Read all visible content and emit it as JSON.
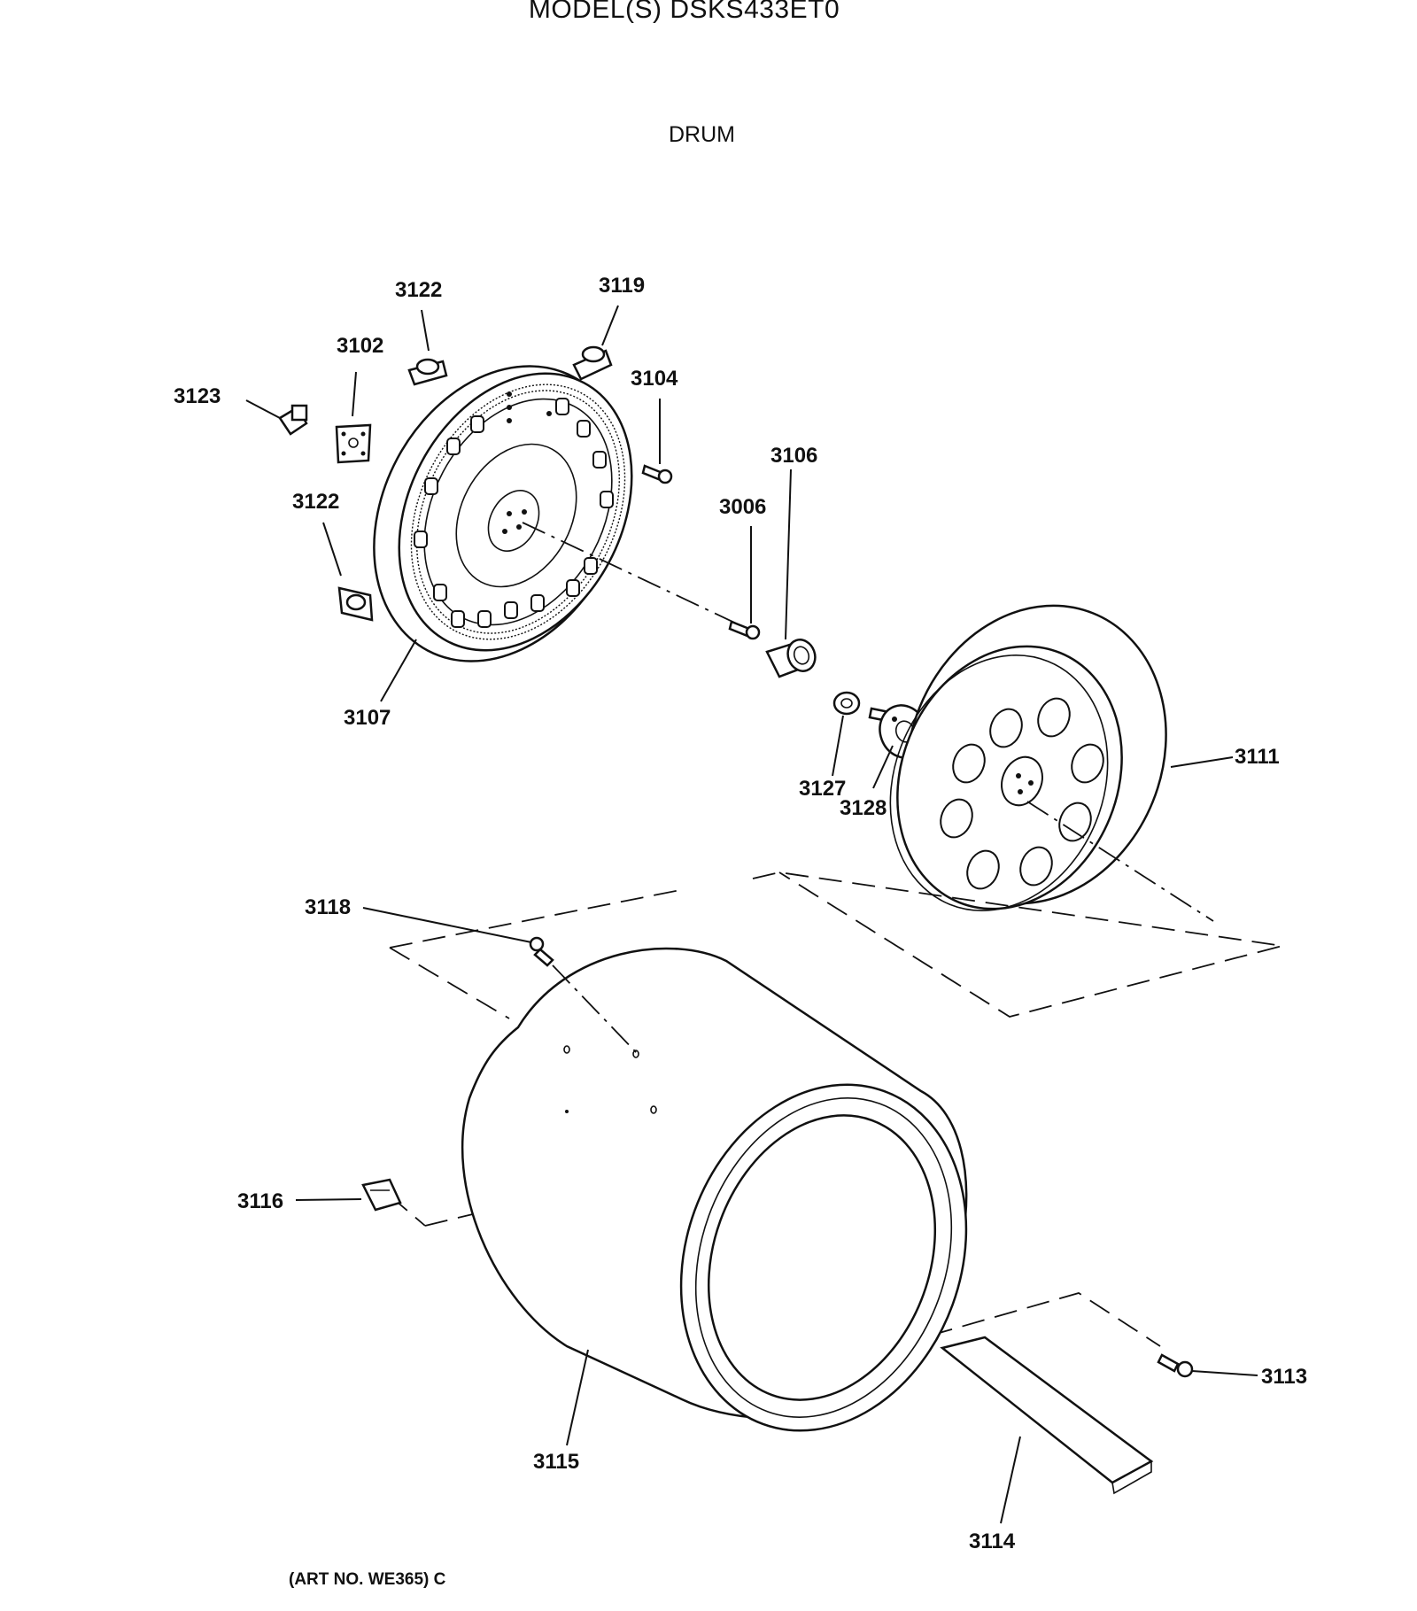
{
  "header": {
    "model": "MODEL(S) DSKS433ET0",
    "section": "DRUM"
  },
  "footer": {
    "art_no": "(ART NO. WE365) C"
  },
  "callouts": [
    {
      "id": "c3122a",
      "label": "3122",
      "name": "rear-seal-clip-top"
    },
    {
      "id": "c3119",
      "label": "3119",
      "name": "drum-glide"
    },
    {
      "id": "c3102",
      "label": "3102",
      "name": "bearing-pad"
    },
    {
      "id": "c3123",
      "label": "3123",
      "name": "clip-retainer"
    },
    {
      "id": "c3104",
      "label": "3104",
      "name": "screw"
    },
    {
      "id": "c3106",
      "label": "3106",
      "name": "bearing-sleeve"
    },
    {
      "id": "c3006",
      "label": "3006",
      "name": "screw-shaft"
    },
    {
      "id": "c3122b",
      "label": "3122",
      "name": "rear-seal-clip-side"
    },
    {
      "id": "c3107",
      "label": "3107",
      "name": "rear-drum-bulkhead"
    },
    {
      "id": "c3111",
      "label": "3111",
      "name": "drum-back"
    },
    {
      "id": "c3127",
      "label": "3127",
      "name": "washer"
    },
    {
      "id": "c3128",
      "label": "3128",
      "name": "drum-shaft-hub"
    },
    {
      "id": "c3118",
      "label": "3118",
      "name": "baffle-screw"
    },
    {
      "id": "c3116",
      "label": "3116",
      "name": "baffle-clip"
    },
    {
      "id": "c3115",
      "label": "3115",
      "name": "drum-cylinder"
    },
    {
      "id": "c3113",
      "label": "3113",
      "name": "baffle-screw-front"
    },
    {
      "id": "c3114",
      "label": "3114",
      "name": "drum-baffle"
    }
  ]
}
